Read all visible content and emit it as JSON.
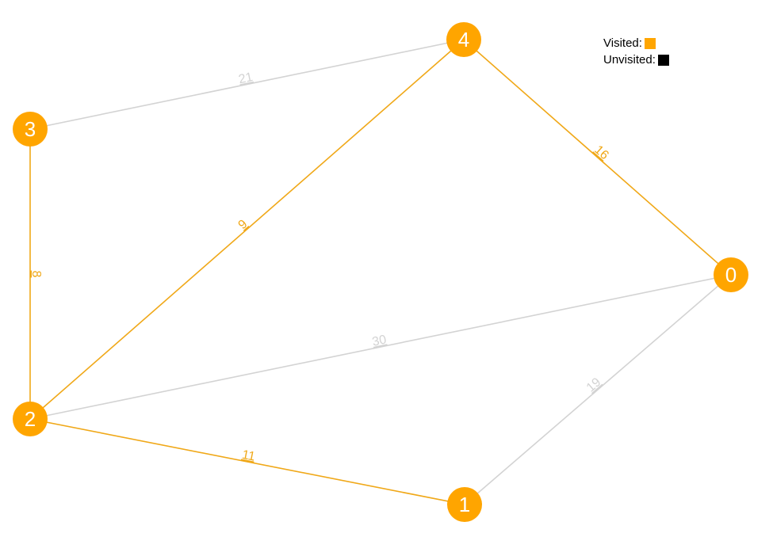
{
  "colors": {
    "visited": "#FFA500",
    "unvisited": "#000000",
    "visited_edge": "#F0A818",
    "unvisited_edge": "#D3D3D3",
    "node_text": "#FFFFFF"
  },
  "legend": {
    "visited_label": "Visited:",
    "unvisited_label": "Unvisited:"
  },
  "nodes": [
    {
      "id": "0",
      "label": "0",
      "state": "visited"
    },
    {
      "id": "1",
      "label": "1",
      "state": "visited"
    },
    {
      "id": "2",
      "label": "2",
      "state": "visited"
    },
    {
      "id": "3",
      "label": "3",
      "state": "visited"
    },
    {
      "id": "4",
      "label": "4",
      "state": "visited"
    }
  ],
  "edges": [
    {
      "from": "3",
      "to": "4",
      "weight": "21",
      "state": "unvisited"
    },
    {
      "from": "4",
      "to": "0",
      "weight": "16",
      "state": "visited"
    },
    {
      "from": "2",
      "to": "4",
      "weight": "9",
      "state": "visited"
    },
    {
      "from": "3",
      "to": "2",
      "weight": "8",
      "state": "visited"
    },
    {
      "from": "2",
      "to": "0",
      "weight": "30",
      "state": "unvisited"
    },
    {
      "from": "1",
      "to": "0",
      "weight": "19",
      "state": "unvisited"
    },
    {
      "from": "2",
      "to": "1",
      "weight": "11",
      "state": "visited"
    }
  ]
}
